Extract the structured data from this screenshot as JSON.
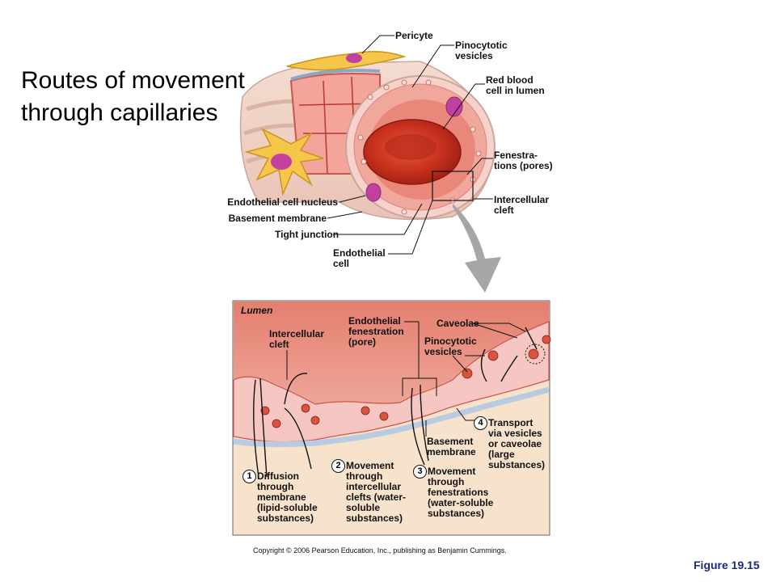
{
  "title_line1": "Routes of movement",
  "title_line2": "through capillaries",
  "top_labels": {
    "pericyte": "Pericyte",
    "pinocytotic_vesicles": "Pinocytotic\nvesicles",
    "red_blood_cell": "Red blood\ncell in lumen",
    "fenestrations": "Fenestra-\ntions (pores)",
    "intercellular_cleft": "Intercellular\ncleft",
    "endothelial_nucleus": "Endothelial cell nucleus",
    "basement_membrane": "Basement membrane",
    "tight_junction": "Tight junction",
    "endothelial_cell": "Endothelial\ncell"
  },
  "detail_labels": {
    "lumen": "Lumen",
    "intercellular_cleft": "Intercellular\ncleft",
    "endothelial_fenestration": "Endothelial\nfenestration\n(pore)",
    "caveolae": "Caveolae",
    "pinocytotic_vesicles": "Pinocytotic\nvesicles",
    "basement_membrane": "Basement\nmembrane",
    "step1": "Diffusion\nthrough\nmembrane\n(lipid-soluble\nsubstances)",
    "step2": "Movement\nthrough\nintercellular\nclefts (water-\nsoluble\nsubstances)",
    "step3": "Movement\nthrough\nfenestrations\n(water-soluble\nsubstances)",
    "step4": "Transport\nvia vesicles\nor caveolae\n(large\nsubstances)"
  },
  "step_numbers": {
    "n1": "1",
    "n2": "2",
    "n3": "3",
    "n4": "4"
  },
  "copyright": "Copyright © 2006 Pearson Education, Inc., publishing as Benjamin Cummings.",
  "figure": "Figure 19.15",
  "colors": {
    "cell_pink": "#f2a6a0",
    "wall_pink": "#f6c7c2",
    "rbc_red": "#c8301e",
    "nucleus_magenta": "#c2419e",
    "pericyte_yellow": "#f6c64a",
    "lumen_salmon": "#e8877a",
    "tissue_cream": "#f7e2cc",
    "membrane_blue": "#b9cbe0",
    "arrow_gray": "#a6a6a6",
    "figure_blue": "#1a2a80"
  }
}
